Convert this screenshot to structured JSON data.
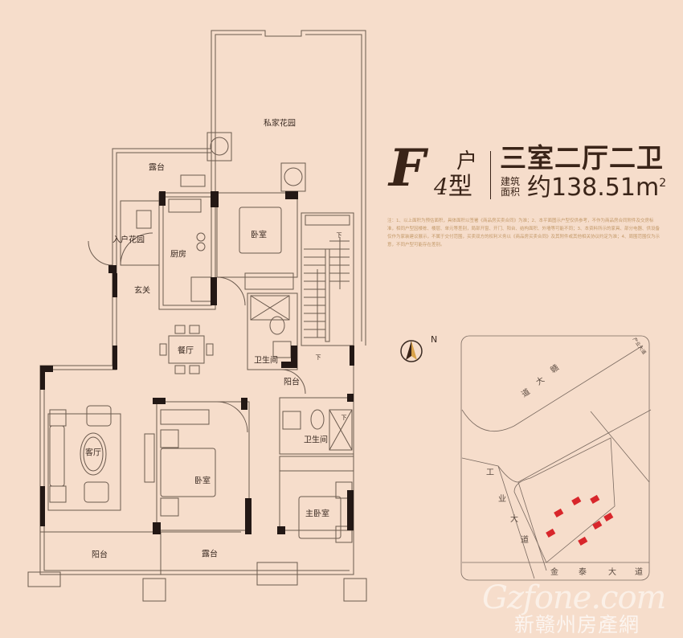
{
  "header": {
    "type_letter": "F",
    "type_hu": "户",
    "type_num": "4",
    "type_xing": "型",
    "layout": "三室二厅二卫",
    "area_label_1": "建筑",
    "area_label_2": "面积",
    "area_value": "约138.51m",
    "area_unit_sup": "2"
  },
  "notes": "注：1、以上面积为预估面积，具体面积以签署《商品房买卖合同》为准；2、本平面图示户型仅供参考，不作为商品房合同附件及交房标准，相同户型因楼栋、楼层、单元等差别，局部开窗、开门、阳台、结构面积、外墙等可能不同；3、本资料所示的家具、部分电器、供设备仅作为家装建议展示，不属于交付范围，买卖双方的权利义务以《商品房买卖合同》及其附件或其他相关协议约定为准；4、周围范围仅为示意，不同户型可能存在差别。",
  "rooms": {
    "private_garden": "私家花园",
    "terrace_top": "露台",
    "entry_garden": "入户花园",
    "kitchen": "厨房",
    "bedroom_top": "卧室",
    "foyer": "玄关",
    "dining": "餐厅",
    "bath_top": "卫生间",
    "balcony_mid": "阳台",
    "living": "客厅",
    "bath_mid": "卫生间",
    "bedroom_mid": "卧室",
    "master_bedroom": "主卧室",
    "balcony_bottom": "阳台",
    "terrace_bottom": "露台",
    "stair_down_1": "下",
    "stair_down_2": "下",
    "stair_down_3": "下"
  },
  "compass": {
    "north": "N"
  },
  "map": {
    "road_top_1": "赣",
    "road_top_2": "大",
    "road_top_3": "道",
    "road_left": [
      "工",
      "业",
      "大",
      "道"
    ],
    "road_bottom": [
      "金",
      "泰",
      "大",
      "道"
    ],
    "road_corner": "产业大道"
  },
  "watermark": {
    "latin": "Gzfone.com",
    "chinese": "新赣州房產網"
  },
  "colors": {
    "background": "#f6ddcb",
    "line": "#6b5a4e",
    "wall": "#231815",
    "highlight": "#d8262b"
  }
}
